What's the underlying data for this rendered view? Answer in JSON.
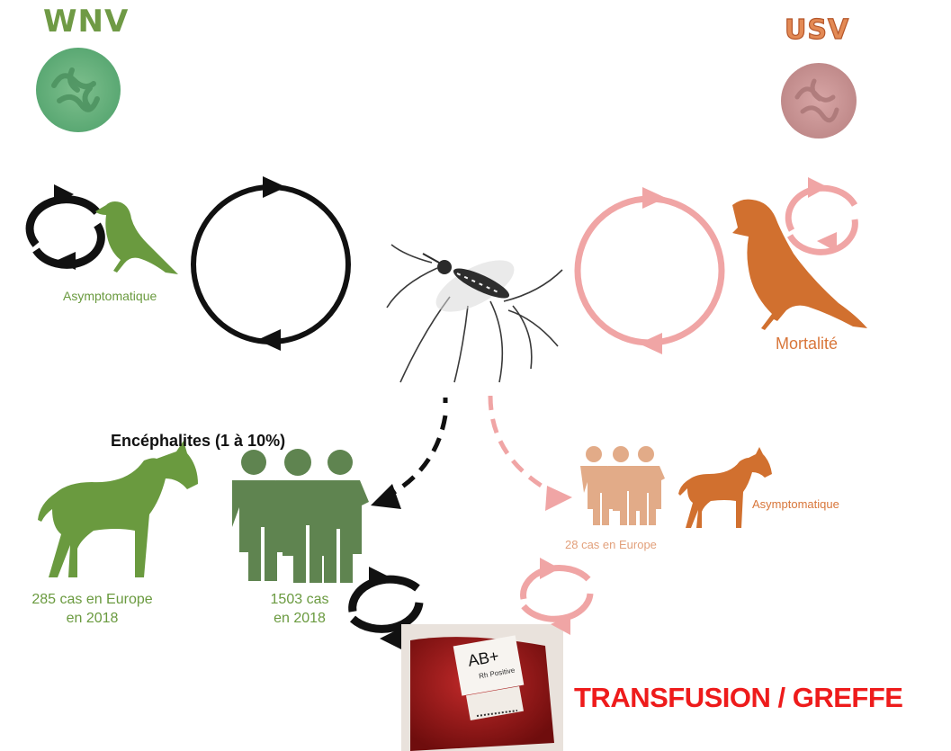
{
  "titles": {
    "wnv": "WNV",
    "usv": "USV"
  },
  "wnv": {
    "bird_label": "Asymptomatique",
    "horse_label": "285 cas en Europe\nen 2018",
    "human_label": "1503 cas\nen 2018",
    "encephalitis": "Encéphalites (1 à 10%)"
  },
  "usv": {
    "bird_label": "Mortalité",
    "human_label": "28 cas en Europe",
    "horse_label": "Asymptomatique"
  },
  "blood_bag": {
    "bag_text": "AB+",
    "bag_subtext": "Rh Positive"
  },
  "transfusion": "TRANSFUSION / GREFFE",
  "colors": {
    "wnv_green": "#6a9a3f",
    "usv_orange": "#d8763a",
    "usv_pink": "#f0a5a5",
    "human_wnv": "#5f8450",
    "human_usv": "#e2ab88",
    "red": "#ee1b1b"
  },
  "icons": [
    "virus-icon",
    "bird-icon",
    "mosquito-icon",
    "horse-icon",
    "humans-icon",
    "blood-bag-icon",
    "cycle-arrows-icon"
  ]
}
